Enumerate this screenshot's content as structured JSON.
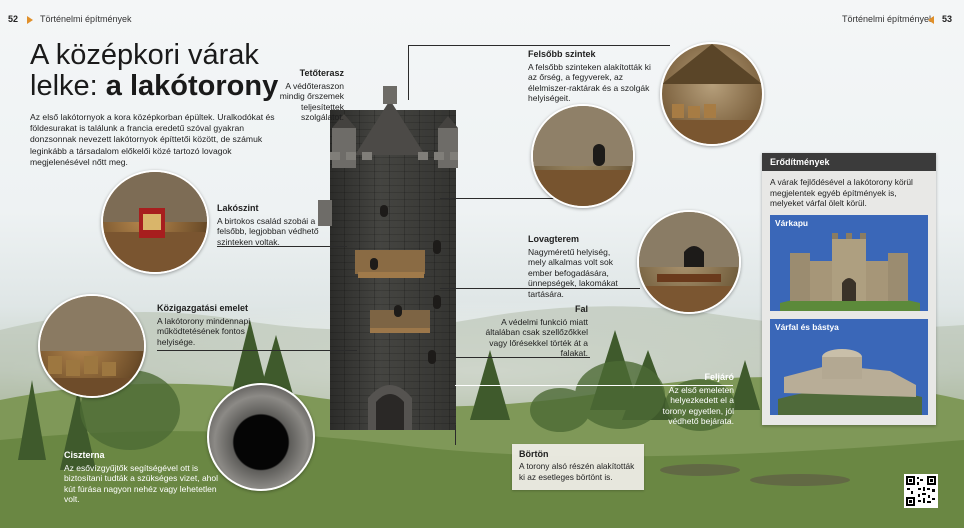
{
  "header": {
    "left_page_number": "52",
    "left_running_head": "Történelmi építmények",
    "right_running_head": "Történelmi építmények",
    "right_page_number": "53"
  },
  "title": {
    "line1": "A középkori várak",
    "line2_normal": "lelke: ",
    "line2_bold": "a lakótorony"
  },
  "intro": "Az első lakótornyok a kora középkorban épültek. Uralkodókat és földesurakat is találunk a francia eredetű szóval gyakran donzsonnak nevezett lakótornyok építtetői között, de számuk leginkább a társadalom előkelői közé tartozó lovagok megjelenésével nőtt meg.",
  "labels": {
    "teterasz": {
      "heading": "Tetőterasz",
      "text": "A védőteraszon mindig őrszemek teljesítettek szolgálatot."
    },
    "lakoszint": {
      "heading": "Lakószint",
      "text": "A birtokos család szobái a felsőbb, legjobban védhető szinteken voltak."
    },
    "kozigazgatasi": {
      "heading": "Közigazgatási emelet",
      "text": "A lakótorony mindennapi működtetésének fontos helyisége."
    },
    "ciszterna": {
      "heading": "Ciszterna",
      "text": "Az esővízgyűjtők segítségével ott is biztosítani tudták a szükséges vizet, ahol kút fúrása nagyon nehéz vagy lehetetlen volt."
    },
    "felsobb": {
      "heading": "Felsőbb szintek",
      "text": "A felsőbb szinteken alakították ki az őrség, a fegyverek, az élelmiszer-raktárak és a szolgák helyiségeit."
    },
    "lovagterem": {
      "heading": "Lovagterem",
      "text": "Nagyméretű helyiség, mely alkalmas volt sok ember befogadására, ünnepségek, lakomákat tartására."
    },
    "fal": {
      "heading": "Fal",
      "text": "A védelmi funkció miatt általában csak szellőzőkkel vagy lőrésekkel törték át a falakat."
    },
    "feljaro": {
      "heading": "Feljáró",
      "text": "Az első emeleten helyezkedett el a torony egyetlen, jól védhető bejárata."
    },
    "borton": {
      "heading": "Börtön",
      "text": "A torony alsó részén alakították ki az esetleges börtönt is."
    }
  },
  "infobox": {
    "heading": "Erődítmények",
    "text": "A várak fejlődésével a lakótorony körül megjelentek egyéb építmények is, melyeket várfal ölelt körül.",
    "panel1_label": "Várkapu",
    "panel2_label": "Várfal és bástya"
  },
  "colors": {
    "accent": "#e0902a",
    "infobox_header": "#3b3b3b",
    "panel_blue": "#3a67b8"
  }
}
